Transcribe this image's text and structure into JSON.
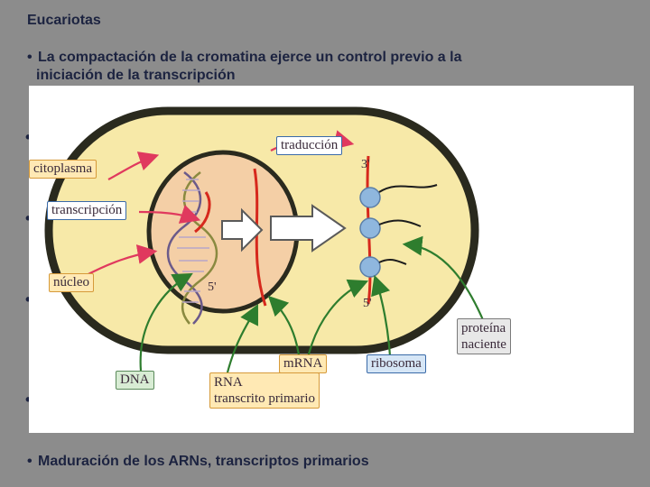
{
  "title": "Eucariotas",
  "bullets": {
    "compaction": "La compactación de la cromatina ejerce un control previo a la",
    "compaction_cont": "iniciación de la transcripción",
    "maturation": "Maduración de los ARNs, transcriptos primarios"
  },
  "diagram": {
    "labels": {
      "traduccion": "traducción",
      "citoplasma": "citoplasma",
      "transcripcion": "transcripción",
      "nucleo": "núcleo",
      "dna": "DNA",
      "rna": "RNA",
      "rna_sub": "transcrito primario",
      "mrna": "mRNA",
      "ribosoma": "ribosoma",
      "proteina": "proteína",
      "proteina_sub": "naciente",
      "end_3": "3'",
      "end_5_nucleus": "5'",
      "end_5_cyto": "5'"
    }
  },
  "colors": {
    "background": "#8c8c8c",
    "text": "#1c2340",
    "cell": "#f7e9a8",
    "nucleus": "#f4cfa6",
    "membrane": "#2a2a1e",
    "rna": "#d6281c",
    "arrow_red": "#e0395e",
    "arrow_green": "#2e7d2e",
    "ribosome": "#8fb7de"
  }
}
